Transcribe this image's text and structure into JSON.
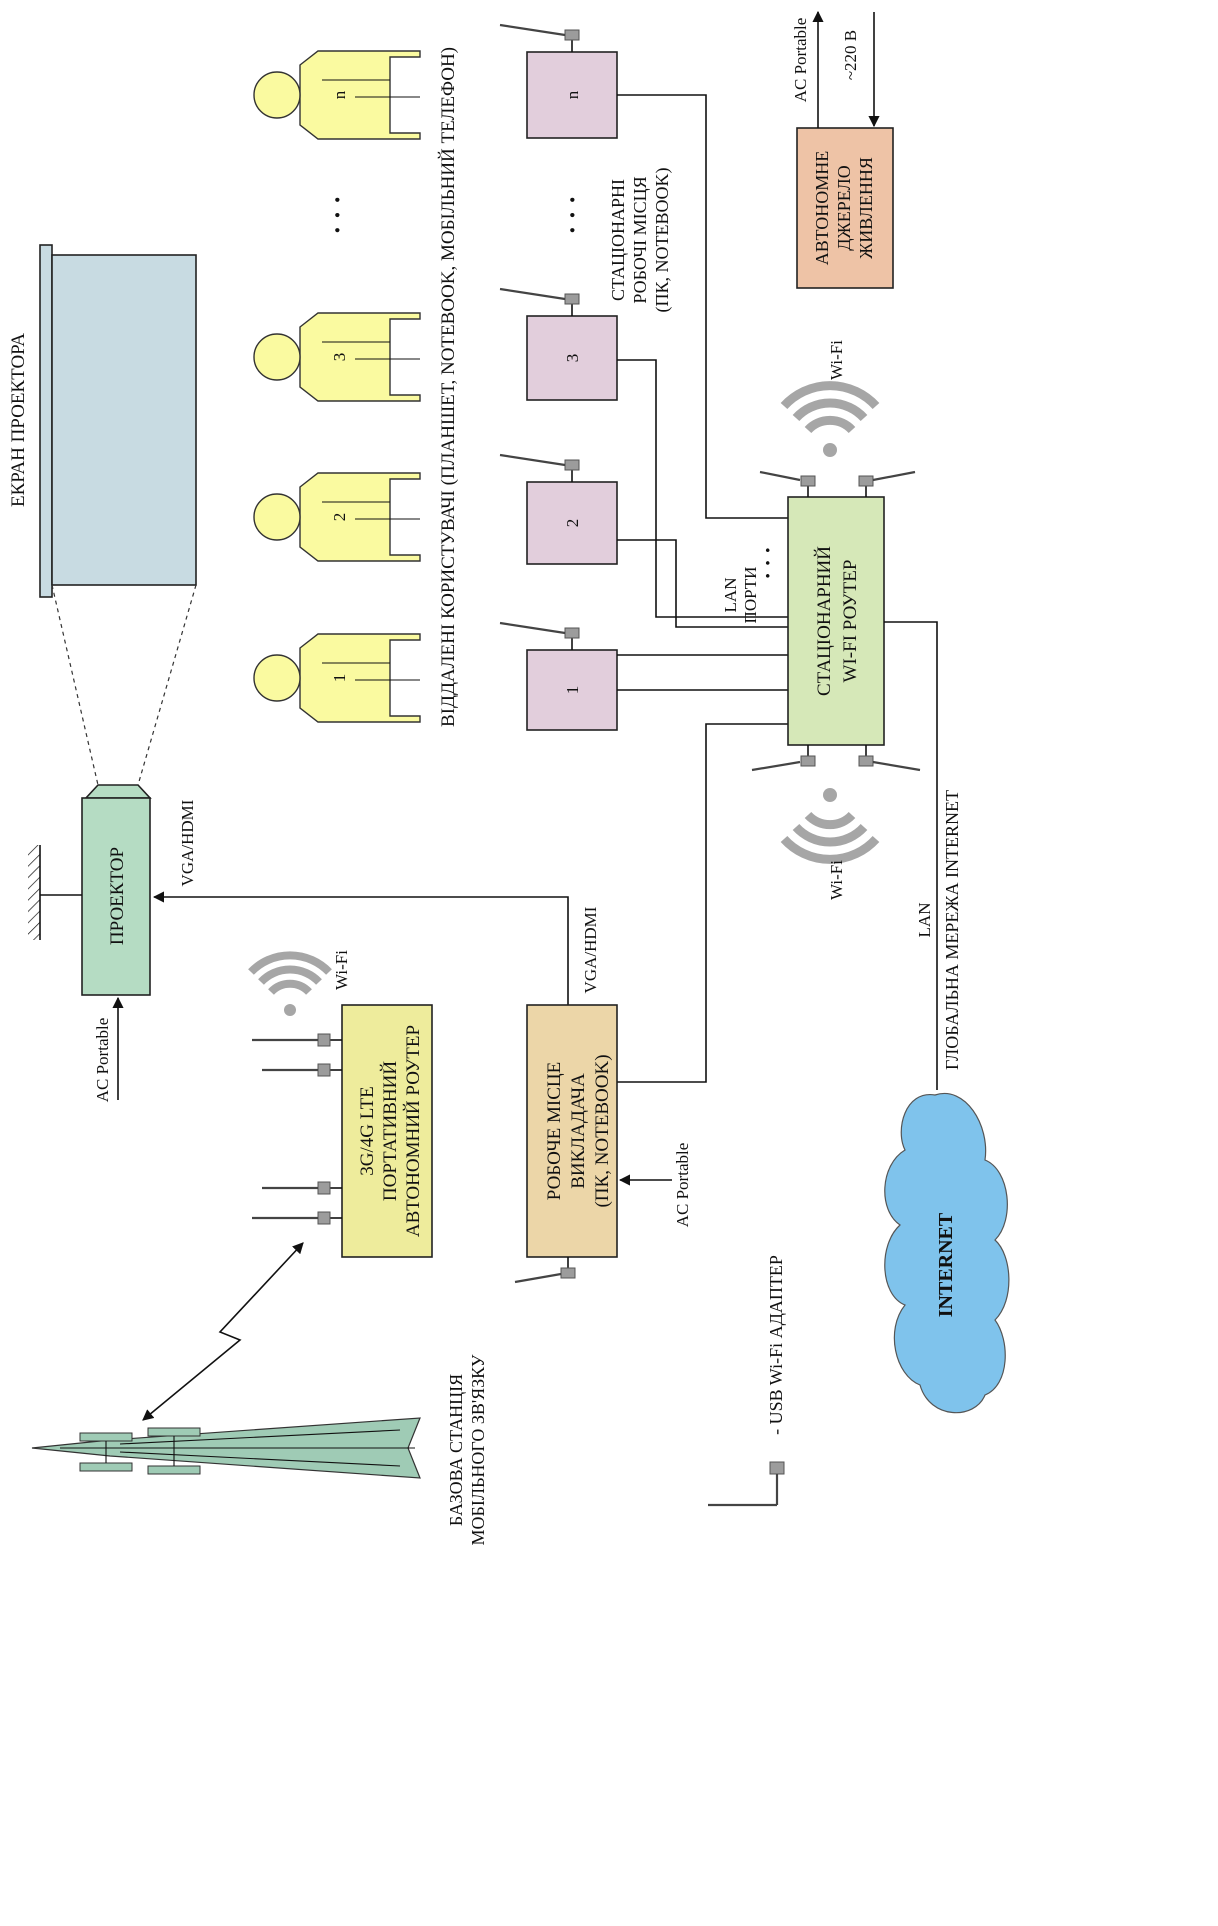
{
  "labels": {
    "screen": "ЕКРАН ПРОЕКТОРА",
    "projector": "ПРОЕКТОР",
    "vga_hdmi_top": "VGA/HDMI",
    "vga_hdmi_bottom": "VGA/HDMI",
    "ac_portable_projector": "AC Portable",
    "ac_portable_teacher": "AC Portable",
    "ac_portable_power": "AC Portable",
    "v220": "~220 В",
    "users_caption": "ВІДДАЛЕНІ КОРИСТУВАЧІ (ПЛАНШЕТ, NOTEBOOK, МОБІЛЬНИЙ ТЕЛЕФОН)",
    "stations_caption_1": "СТАЦІОНАРНІ",
    "stations_caption_2": "РОБОЧІ МІСЦЯ",
    "stations_caption_3": "(ПК, NOTEBOOK)",
    "router_line1": "СТАЦІОНАРНИЙ",
    "router_line2": "WI-FI РОУТЕР",
    "lan_ports_1": "LAN",
    "lan_ports_2": "ПОРТИ",
    "wifi_left": "Wi-Fi",
    "wifi_right": "Wi-Fi",
    "wifi_portable": "Wi-Fi",
    "teacher_line1": "РОБОЧЕ МІСЦЕ",
    "teacher_line2": "ВИКЛАДАЧА",
    "teacher_line3": "(ПК, NOTEBOOK)",
    "portable_line1": "3G/4G LTE",
    "portable_line2": "ПОРТАТИВНИЙ",
    "portable_line3": "АВТОНОМНИЙ РОУТЕР",
    "power_line1": "АВТОНОМНЕ",
    "power_line2": "ДЖЕРЕЛО",
    "power_line3": "ЖИВЛЕННЯ",
    "lan": "LAN",
    "global_network": "ГЛОБАЛЬНА МЕРЕЖА INTERNET",
    "internet": "INTERNET",
    "base_station_1": "БАЗОВА СТАНЦІЯ",
    "base_station_2": "МОБІЛЬНОГО ЗВ'ЯЗКУ",
    "legend_usb": "- USB Wi-Fi АДАПТЕР"
  },
  "users": [
    "1",
    "2",
    "3",
    "n"
  ],
  "stations": [
    "1",
    "2",
    "3",
    "n"
  ],
  "ellipsis": "· · ·",
  "colors": {
    "screen": "#c8dbe2",
    "projector": "#b5dcc3",
    "user": "#fafaa0",
    "station": "#e2cedc",
    "router": "#d6e8b8",
    "teacher": "#ecd6a8",
    "portable_router": "#eeec9c",
    "power": "#eec3a6",
    "internet_cloud": "#7fc3ec",
    "wifi_waves": "#a6a6a6"
  }
}
